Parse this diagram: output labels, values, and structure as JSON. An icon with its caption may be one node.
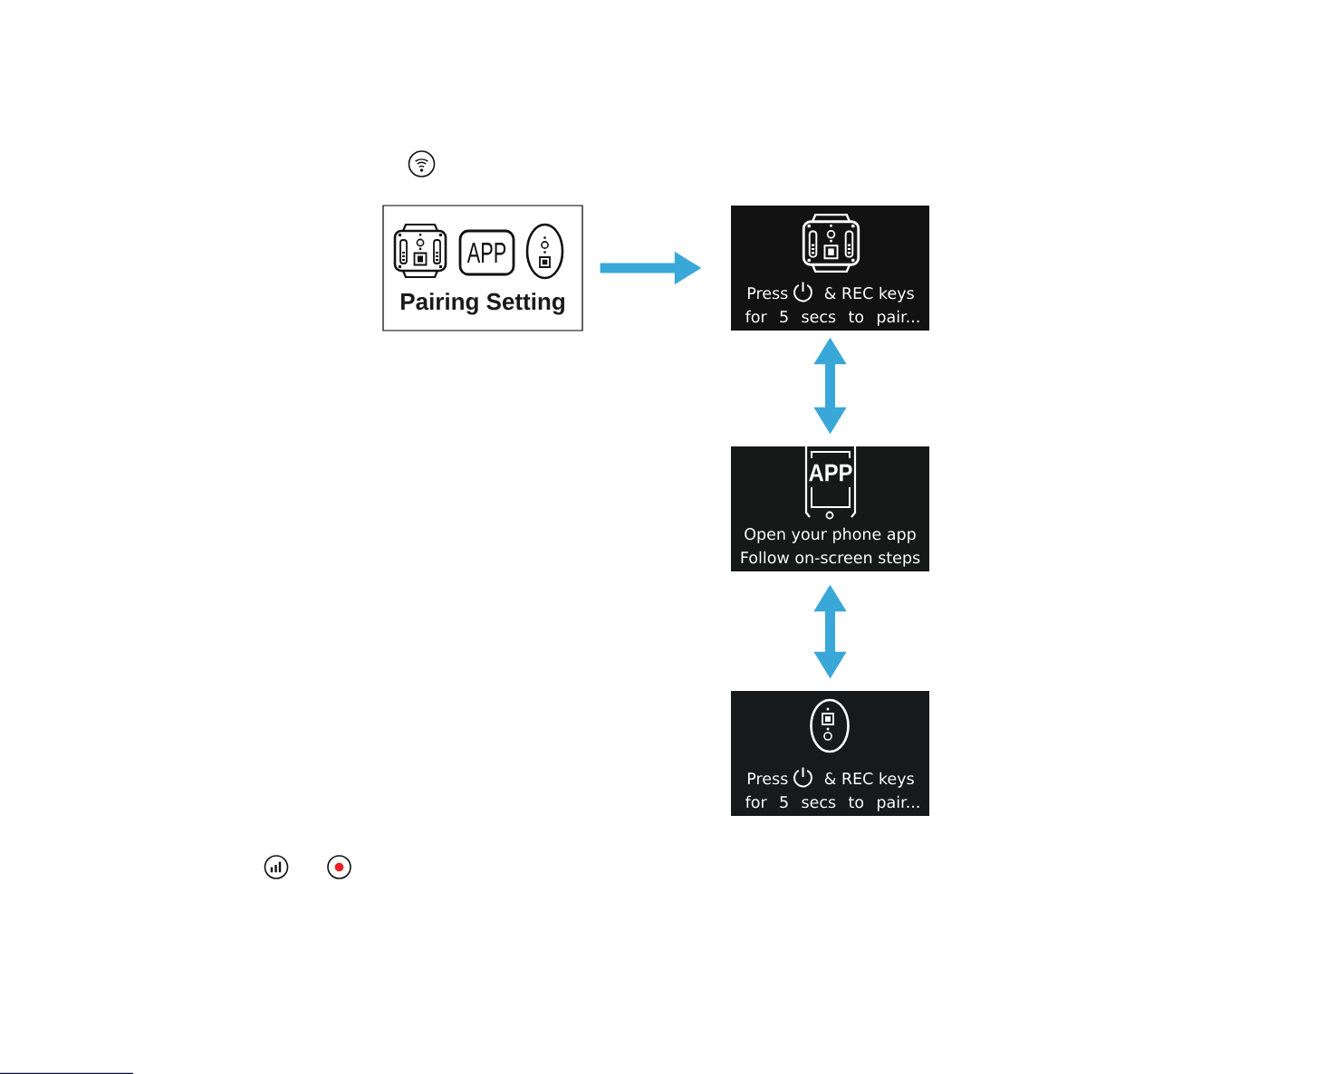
{
  "diagram": {
    "nodes": [
      {
        "text": [
          "APP",
          "Pairing Setting"
        ]
      },
      {
        "text": [
          "Press",
          "& REC keys",
          "for 5 secs to pair..."
        ]
      },
      {
        "text": [
          "APP",
          "Open your phone app",
          "Follow on-screen steps"
        ]
      },
      {
        "text": [
          "Press",
          "& REC keys",
          "for 5 secs to pair..."
        ]
      }
    ],
    "edges": [
      {
        "from": 0,
        "to": 1,
        "arrow": "to"
      },
      {
        "from": 1,
        "to": 2,
        "arrow": "both"
      },
      {
        "from": 2,
        "to": 3,
        "arrow": "both"
      }
    ]
  }
}
